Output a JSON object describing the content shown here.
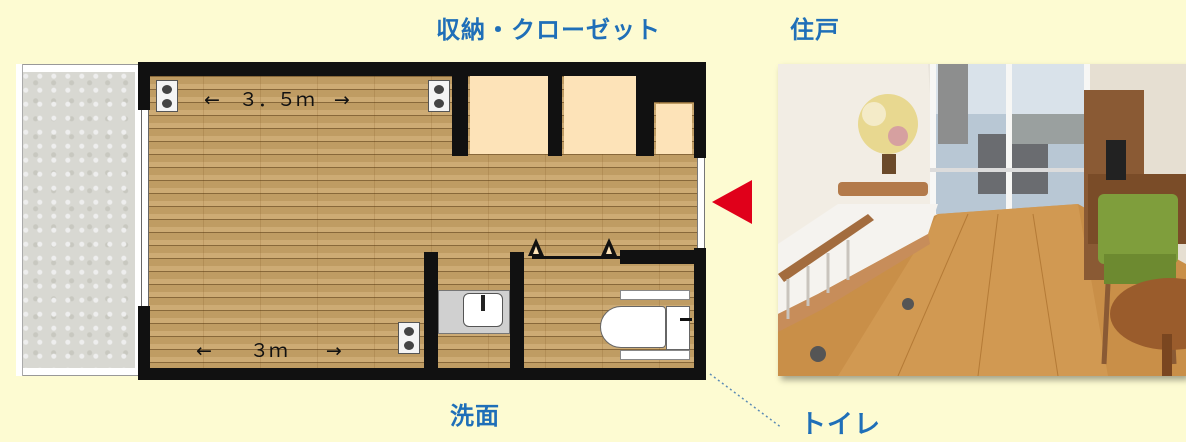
{
  "labels": {
    "storage": "収納・クローゼット",
    "entrance": "住戸",
    "washbasin": "洗面",
    "toilet": "トイレ"
  },
  "dimensions": {
    "upper": "←　３．５ｍ　→",
    "lower": "←　　３ｍ　　→"
  },
  "colors": {
    "label_blue": "#1f6fb8",
    "pointer_red": "#e0001a",
    "floor_wood": "#c9a468",
    "background": "#fdfbd2"
  }
}
